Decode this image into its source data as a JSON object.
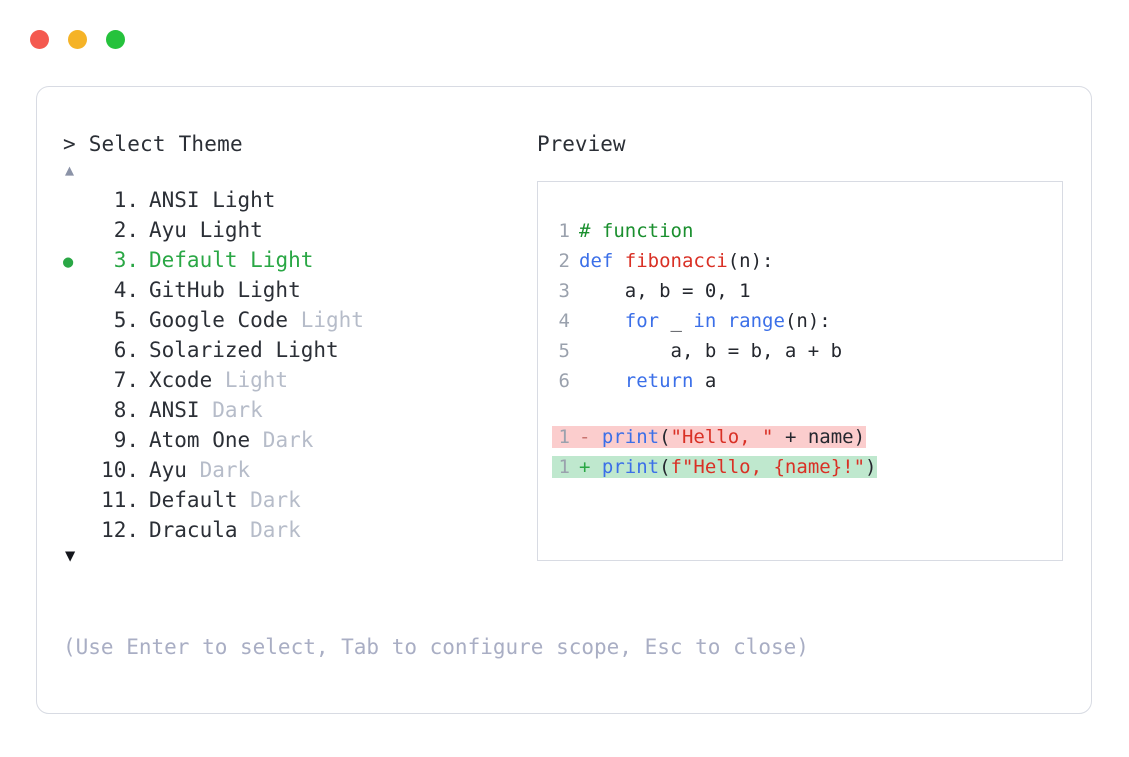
{
  "window": {
    "traffic_lights": [
      {
        "name": "close-button",
        "color": "#f4594f"
      },
      {
        "name": "minimize-button",
        "color": "#f5b327"
      },
      {
        "name": "maximize-button",
        "color": "#25c23c"
      }
    ]
  },
  "selector": {
    "prompt_symbol": "> ",
    "prompt_label": "Select Theme",
    "scroll_up_icon": "▲",
    "scroll_down_icon": "▼",
    "selected_index": 3,
    "bullet_icon": "●",
    "accent_color": "#2aa745",
    "items": [
      {
        "index": "1.",
        "name": "ANSI",
        "variant": "Light",
        "variant_muted": false,
        "selected": false
      },
      {
        "index": "2.",
        "name": "Ayu",
        "variant": "Light",
        "variant_muted": false,
        "selected": false
      },
      {
        "index": "3.",
        "name": "Default",
        "variant": "Light",
        "variant_muted": false,
        "selected": true
      },
      {
        "index": "4.",
        "name": "GitHub",
        "variant": "Light",
        "variant_muted": false,
        "selected": false
      },
      {
        "index": "5.",
        "name": "Google Code",
        "variant": "Light",
        "variant_muted": true,
        "selected": false
      },
      {
        "index": "6.",
        "name": "Solarized",
        "variant": "Light",
        "variant_muted": false,
        "selected": false
      },
      {
        "index": "7.",
        "name": "Xcode",
        "variant": "Light",
        "variant_muted": true,
        "selected": false
      },
      {
        "index": "8.",
        "name": "ANSI",
        "variant": "Dark",
        "variant_muted": true,
        "selected": false
      },
      {
        "index": "9.",
        "name": "Atom One",
        "variant": "Dark",
        "variant_muted": true,
        "selected": false
      },
      {
        "index": "10.",
        "name": "Ayu",
        "variant": "Dark",
        "variant_muted": true,
        "selected": false
      },
      {
        "index": "11.",
        "name": "Default",
        "variant": "Dark",
        "variant_muted": true,
        "selected": false
      },
      {
        "index": "12.",
        "name": "Dracula",
        "variant": "Dark",
        "variant_muted": true,
        "selected": false
      }
    ]
  },
  "preview": {
    "label": "Preview",
    "code_lines": [
      {
        "num": "1",
        "tokens": [
          {
            "t": "# function",
            "c": "comment"
          }
        ]
      },
      {
        "num": "2",
        "tokens": [
          {
            "t": "def ",
            "c": "kw"
          },
          {
            "t": "fibonacci",
            "c": "fn"
          },
          {
            "t": "(n):",
            "c": "plain"
          }
        ]
      },
      {
        "num": "3",
        "tokens": [
          {
            "t": "    a, b = 0, 1",
            "c": "plain"
          }
        ]
      },
      {
        "num": "4",
        "tokens": [
          {
            "t": "    ",
            "c": "plain"
          },
          {
            "t": "for",
            "c": "kw"
          },
          {
            "t": " _ ",
            "c": "plain"
          },
          {
            "t": "in range",
            "c": "kw"
          },
          {
            "t": "(n):",
            "c": "plain"
          }
        ]
      },
      {
        "num": "5",
        "tokens": [
          {
            "t": "        a, b = b, a + b",
            "c": "plain"
          }
        ]
      },
      {
        "num": "6",
        "tokens": [
          {
            "t": "    ",
            "c": "plain"
          },
          {
            "t": "return",
            "c": "kw"
          },
          {
            "t": " a",
            "c": "plain"
          }
        ]
      }
    ],
    "diff_lines": [
      {
        "num": "1",
        "sign": "-",
        "kind": "del",
        "tokens": [
          {
            "t": "print",
            "c": "kw"
          },
          {
            "t": "(",
            "c": "plain"
          },
          {
            "t": "\"Hello, \"",
            "c": "str"
          },
          {
            "t": " + name)",
            "c": "plain"
          }
        ]
      },
      {
        "num": "1",
        "sign": "+",
        "kind": "add",
        "tokens": [
          {
            "t": "print",
            "c": "kw"
          },
          {
            "t": "(",
            "c": "plain"
          },
          {
            "t": "f\"Hello, {name}!\"",
            "c": "str"
          },
          {
            "t": ")",
            "c": "plain"
          }
        ]
      }
    ],
    "diff_colors": {
      "deleted_bg": "#fbcdcd",
      "added_bg": "#bfe8ce"
    }
  },
  "footer": {
    "hint": "(Use Enter to select, Tab to configure scope, Esc to close)"
  }
}
